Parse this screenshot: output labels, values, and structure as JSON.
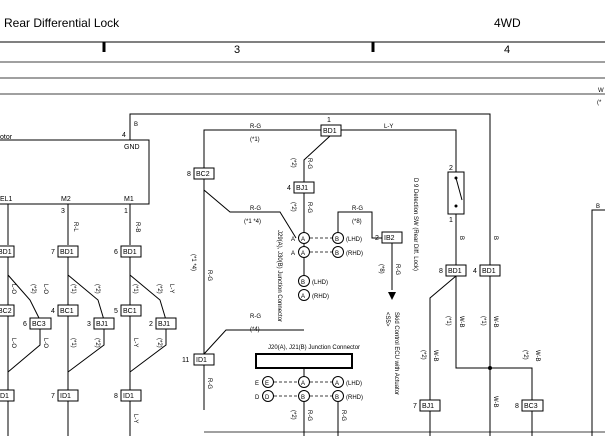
{
  "header": {
    "title": "Rear Differential Lock",
    "drive": "4WD",
    "col3": "3",
    "col4": "4"
  },
  "left": {
    "motor_frag": "otor",
    "gnd": "GND",
    "pin4": "4",
    "pin_b_top": "B",
    "el1": "EL1",
    "m2": "M2",
    "m1": "M1",
    "p2": "2",
    "p3": "3",
    "p1": "1",
    "rl": "R-L",
    "rb": "R-B"
  },
  "connectors": {
    "bd1": "BD1",
    "bc2": "BC2",
    "bc3": "BC3",
    "bc1": "BC1",
    "bj1": "BJ1",
    "id1": "ID1",
    "ib2": "IB2"
  },
  "pins": {
    "n1": "1",
    "n2": "2",
    "n3": "3",
    "n4": "4",
    "n5": "5",
    "n6": "6",
    "n7": "7",
    "n8": "8",
    "n11": "11"
  },
  "wires": {
    "rg": "R-G",
    "ly": "L-Y",
    "lo": "L-O",
    "b": "B",
    "wb": "W-B",
    "w": "W",
    "star1": "(*1)",
    "star2": "(*2)",
    "star8": "(*8)",
    "star4": "(*4)",
    "star14": "(*1 *4)"
  },
  "junction1": {
    "name": "J29(A), J30(B) Junction Connector",
    "a": "A",
    "b": "B",
    "lhd": "(LHD)",
    "rhd": "(RHD)"
  },
  "junction2": {
    "name": "J20(A), J21(B) Junction Connector",
    "e": "E",
    "d": "D",
    "a": "A",
    "b": "B",
    "lhd": "(LHD)",
    "rhd": "(RHD)"
  },
  "switch": {
    "name": "D 9 Detection SW (Rear Diff. Lock)",
    "pin2": "2",
    "pin1": "1"
  },
  "skid": {
    "name": "Skid Control ECU with Actuator",
    "ref": "<S5>"
  },
  "edge": {
    "w_frag": "W",
    "star_frag": "(*"
  }
}
